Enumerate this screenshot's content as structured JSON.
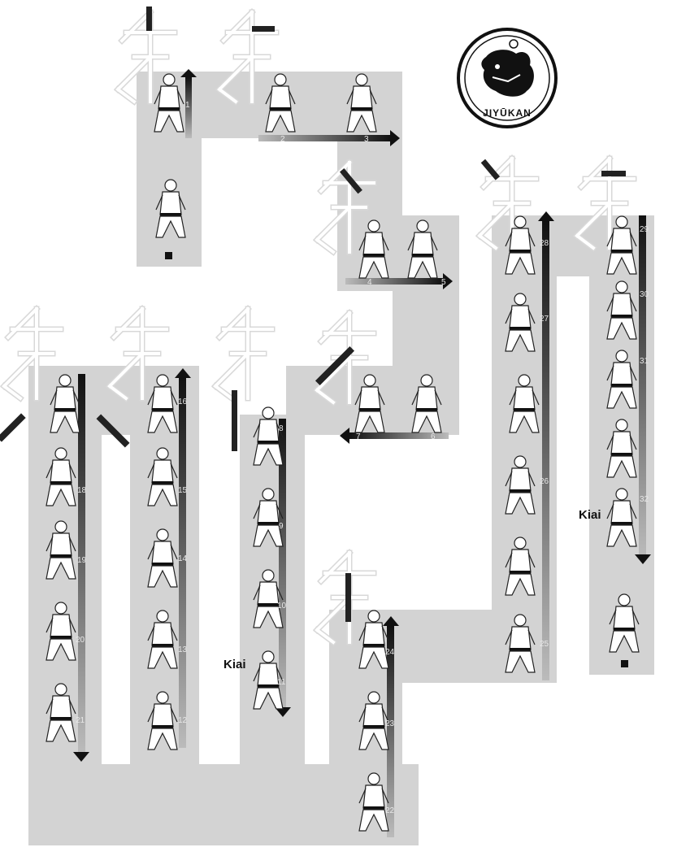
{
  "logo": {
    "text": "JIYŪKAN"
  },
  "annotations": {
    "kiai_1": "Kiai",
    "kiai_2": "Kiai"
  },
  "steps": [
    {
      "n": "1"
    },
    {
      "n": "2"
    },
    {
      "n": "3"
    },
    {
      "n": "4"
    },
    {
      "n": "5"
    },
    {
      "n": "6"
    },
    {
      "n": "7"
    },
    {
      "n": "8"
    },
    {
      "n": "9"
    },
    {
      "n": "10"
    },
    {
      "n": "11"
    },
    {
      "n": "12"
    },
    {
      "n": "13"
    },
    {
      "n": "14"
    },
    {
      "n": "15"
    },
    {
      "n": "16"
    },
    {
      "n": "18"
    },
    {
      "n": "19"
    },
    {
      "n": "20"
    },
    {
      "n": "21"
    },
    {
      "n": "22"
    },
    {
      "n": "23"
    },
    {
      "n": "24"
    },
    {
      "n": "25"
    },
    {
      "n": "26"
    },
    {
      "n": "27"
    },
    {
      "n": "28"
    },
    {
      "n": "29"
    },
    {
      "n": "30"
    },
    {
      "n": "31"
    },
    {
      "n": "32"
    }
  ],
  "colors": {
    "path": "#d3d3d3",
    "arrow_dark": "#1a1a1a",
    "arrow_light": "#bdbdbd",
    "belt": "#111111"
  }
}
